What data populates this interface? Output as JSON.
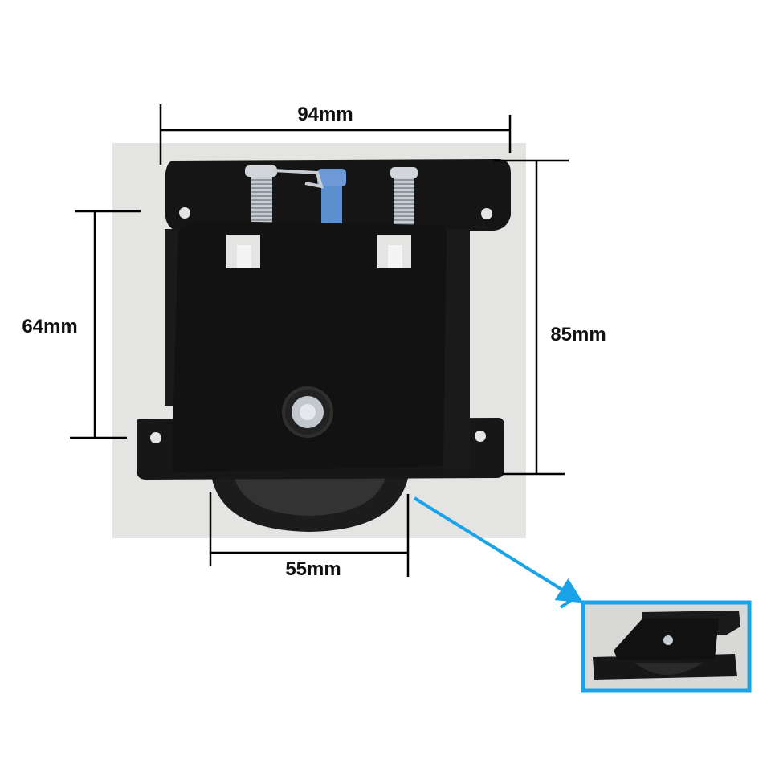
{
  "dimensions": {
    "width_top": "94mm",
    "height_left": "64mm",
    "height_right": "85mm",
    "wheel_width": "55mm"
  },
  "colors": {
    "photo_background": "#e4e4e2",
    "metal": "#161616",
    "accent_arrow": "#1aa3e8",
    "screw": "#b9c2cc",
    "bolt": "#5b8fd0"
  }
}
